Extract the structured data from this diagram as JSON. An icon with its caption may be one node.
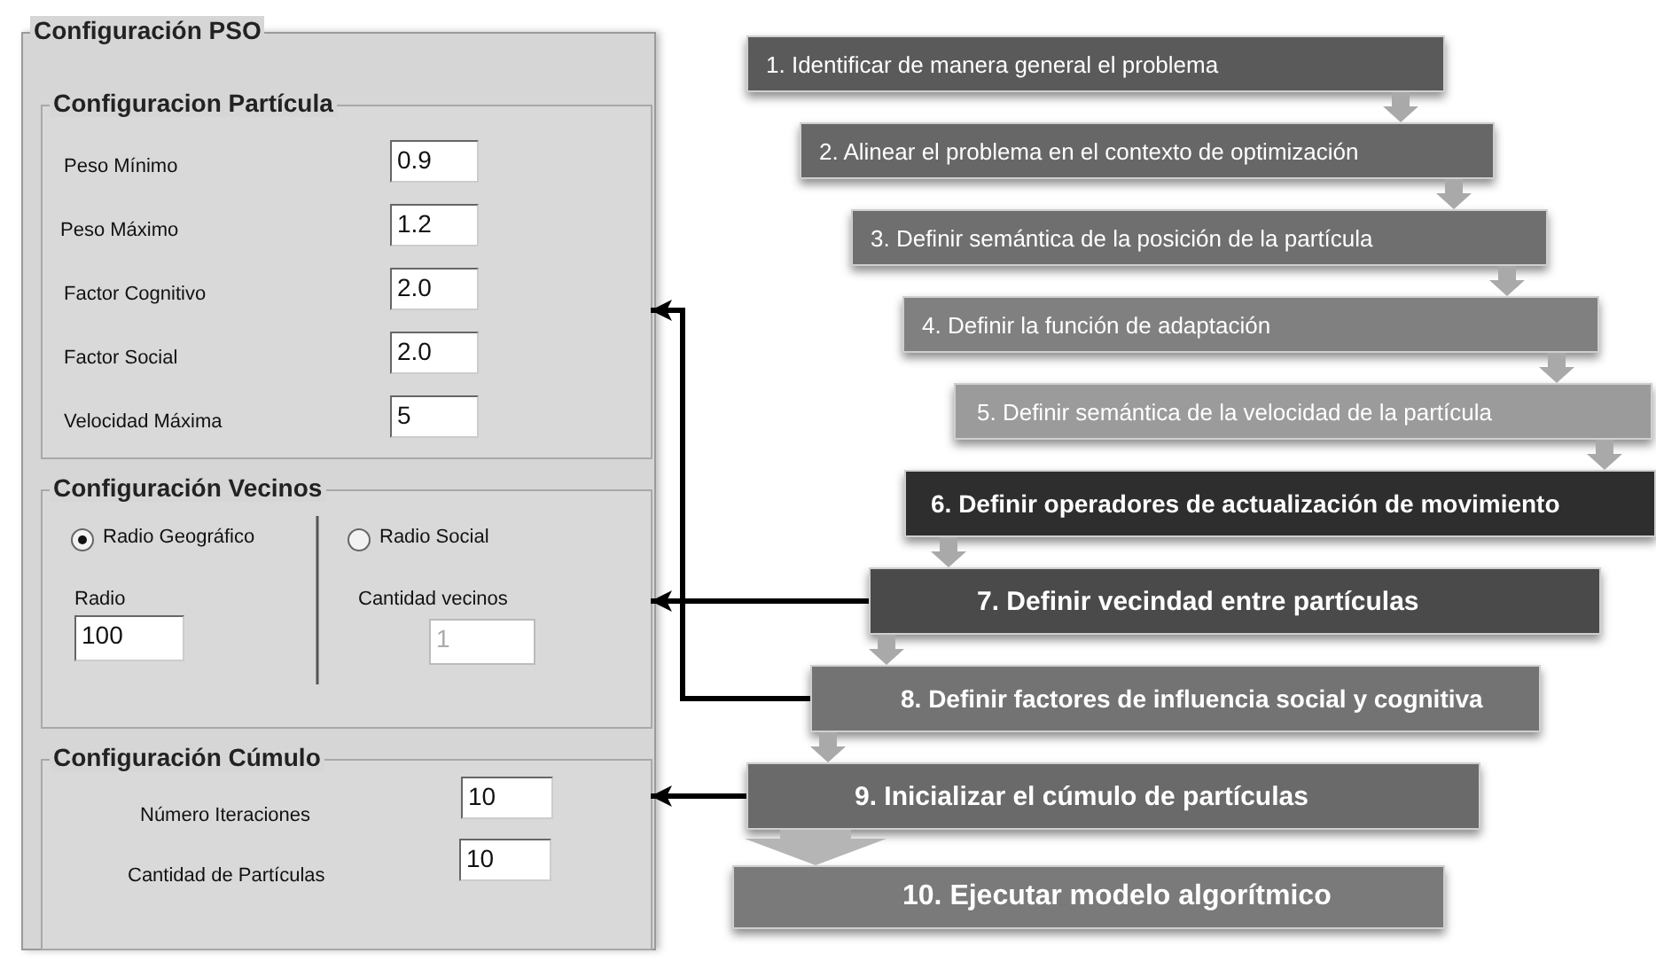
{
  "diagram": {
    "nodes": [
      {
        "text": [
          "Configuración PSO"
        ]
      },
      {
        "text": [
          "Configuracion Partícula",
          "Peso Mínimo",
          "0.9",
          "Peso Máximo",
          "1.2",
          "Factor Cognitivo",
          "2.0",
          "Factor Social",
          "2.0",
          "Velocidad Máxima",
          "5"
        ],
        "in": 0
      },
      {
        "text": [
          "Configuración Vecinos",
          "Radio Geográfico",
          "Radio Social",
          "Radio",
          "100",
          "Cantidad vecinos",
          "1"
        ],
        "in": 0
      },
      {
        "text": [
          "Configuración Cúmulo",
          "Número Iteraciones",
          "10",
          "Cantidad de Partículas",
          "10"
        ],
        "in": 0
      },
      {
        "text": [
          "1. Identificar de manera general el problema"
        ]
      },
      {
        "text": [
          "2. Alinear el problema en el contexto de optimización"
        ]
      },
      {
        "text": [
          "3. Definir semántica de la posición de la partícula"
        ]
      },
      {
        "text": [
          "4. Definir la función de adaptación"
        ]
      },
      {
        "text": [
          "5. Definir semántica de la velocidad de la partícula"
        ]
      },
      {
        "text": [
          "6. Definir operadores de actualización de movimiento"
        ]
      },
      {
        "text": [
          "7. Definir vecindad entre partículas"
        ]
      },
      {
        "text": [
          "8. Definir factores de influencia social y cognitiva"
        ]
      },
      {
        "text": [
          "9. Inicializar el cúmulo de partículas"
        ]
      },
      {
        "text": [
          "10. Ejecutar modelo algorítmico"
        ]
      }
    ],
    "edges": [
      {
        "from": 4,
        "to": 5,
        "arrow": "to"
      },
      {
        "from": 5,
        "to": 6,
        "arrow": "to"
      },
      {
        "from": 6,
        "to": 7,
        "arrow": "to"
      },
      {
        "from": 7,
        "to": 8,
        "arrow": "to"
      },
      {
        "from": 8,
        "to": 9,
        "arrow": "to"
      },
      {
        "from": 9,
        "to": 10,
        "arrow": "to"
      },
      {
        "from": 10,
        "to": 11,
        "arrow": "to"
      },
      {
        "from": 11,
        "to": 12,
        "arrow": "to"
      },
      {
        "from": 12,
        "to": 13,
        "arrow": "to",
        "style": "thick"
      },
      {
        "from": 10,
        "to": 2,
        "arrow": "to",
        "color": "#000000"
      },
      {
        "from": 11,
        "to": 1,
        "arrow": "to",
        "color": "#000000"
      },
      {
        "from": 12,
        "to": 3,
        "arrow": "to",
        "color": "#000000"
      }
    ]
  }
}
